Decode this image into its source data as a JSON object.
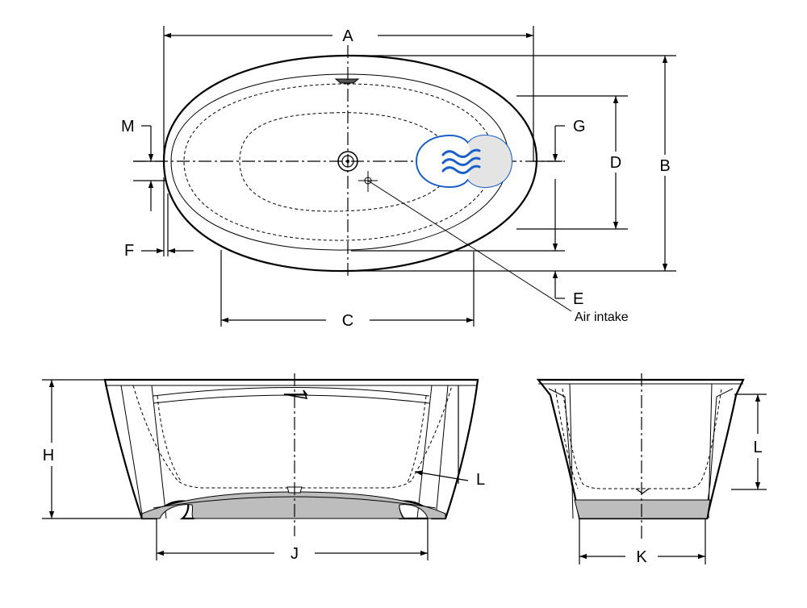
{
  "labels": {
    "A": "A",
    "B": "B",
    "C": "C",
    "D": "D",
    "E": "E",
    "F": "F",
    "G": "G",
    "H": "H",
    "J": "J",
    "K": "K",
    "L_front": "L",
    "L_side": "L",
    "M": "M"
  },
  "annotations": {
    "air_intake": "Air intake"
  },
  "colors": {
    "jet_outline": "#1a5fc8",
    "jet_fill": "#e4e4e4",
    "ink": "#000000"
  }
}
